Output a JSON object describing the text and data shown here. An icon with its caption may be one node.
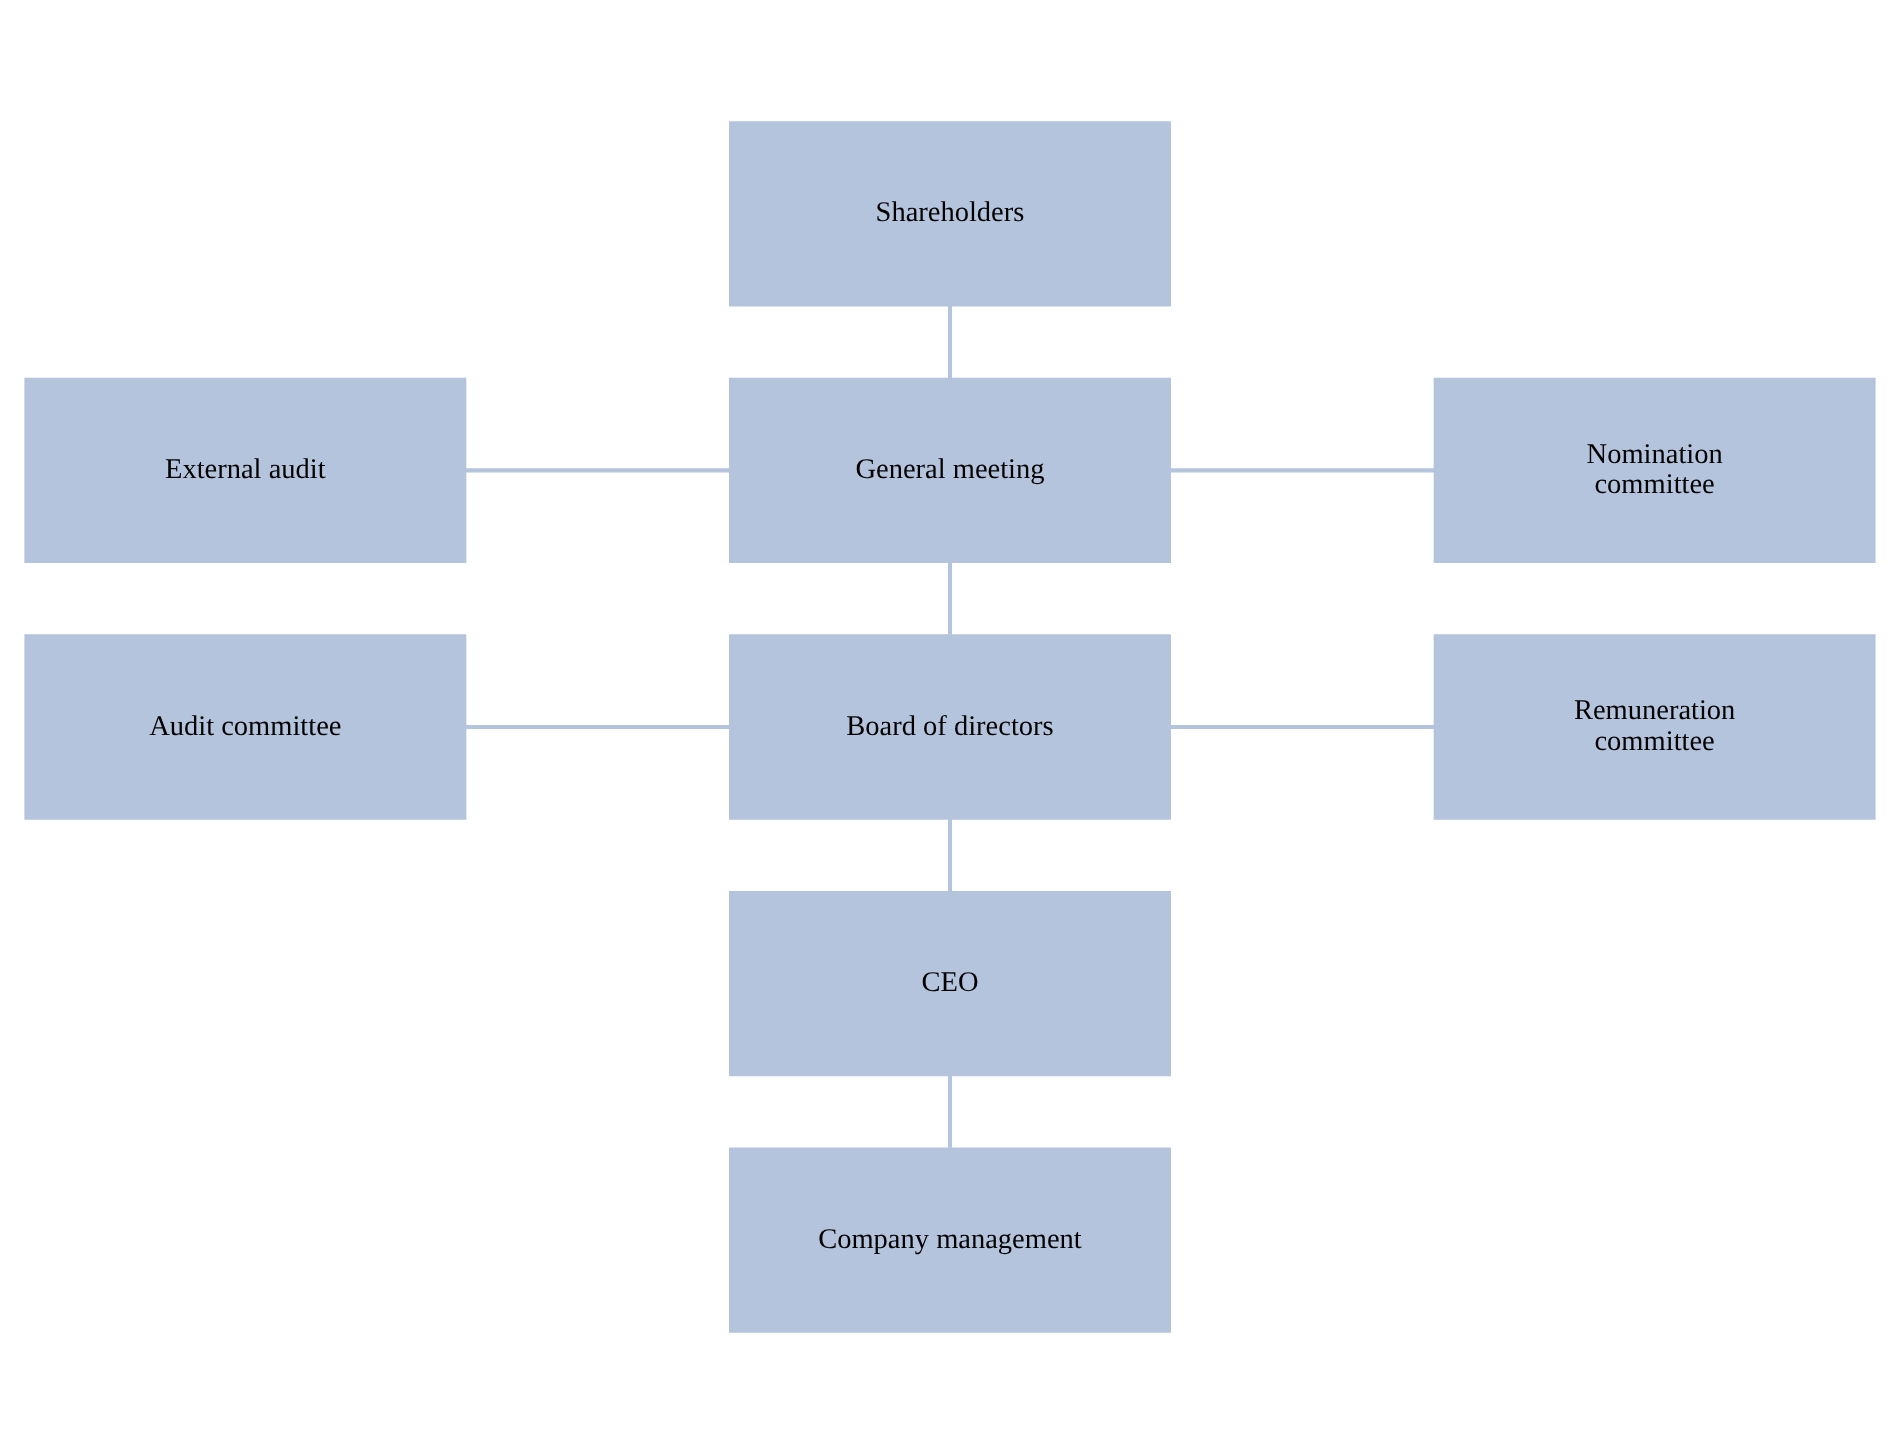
{
  "diagram": {
    "nodes": [
      {
        "text": [
          "Shareholders"
        ]
      },
      {
        "text": [
          "External audit"
        ]
      },
      {
        "text": [
          "General meeting"
        ]
      },
      {
        "text": [
          "Nomination committee"
        ]
      },
      {
        "text": [
          "Audit committee"
        ]
      },
      {
        "text": [
          "Board of directors"
        ]
      },
      {
        "text": [
          "Remuneration committee"
        ]
      },
      {
        "text": [
          "CEO"
        ]
      },
      {
        "text": [
          "Company management"
        ]
      }
    ],
    "edges": [
      {
        "from": 0,
        "to": 2,
        "arrow": "none"
      },
      {
        "from": 1,
        "to": 2,
        "arrow": "none"
      },
      {
        "from": 2,
        "to": 3,
        "arrow": "none"
      },
      {
        "from": 2,
        "to": 5,
        "arrow": "none"
      },
      {
        "from": 4,
        "to": 5,
        "arrow": "none"
      },
      {
        "from": 5,
        "to": 6,
        "arrow": "none"
      },
      {
        "from": 5,
        "to": 7,
        "arrow": "none"
      },
      {
        "from": 7,
        "to": 8,
        "arrow": "none"
      }
    ]
  }
}
